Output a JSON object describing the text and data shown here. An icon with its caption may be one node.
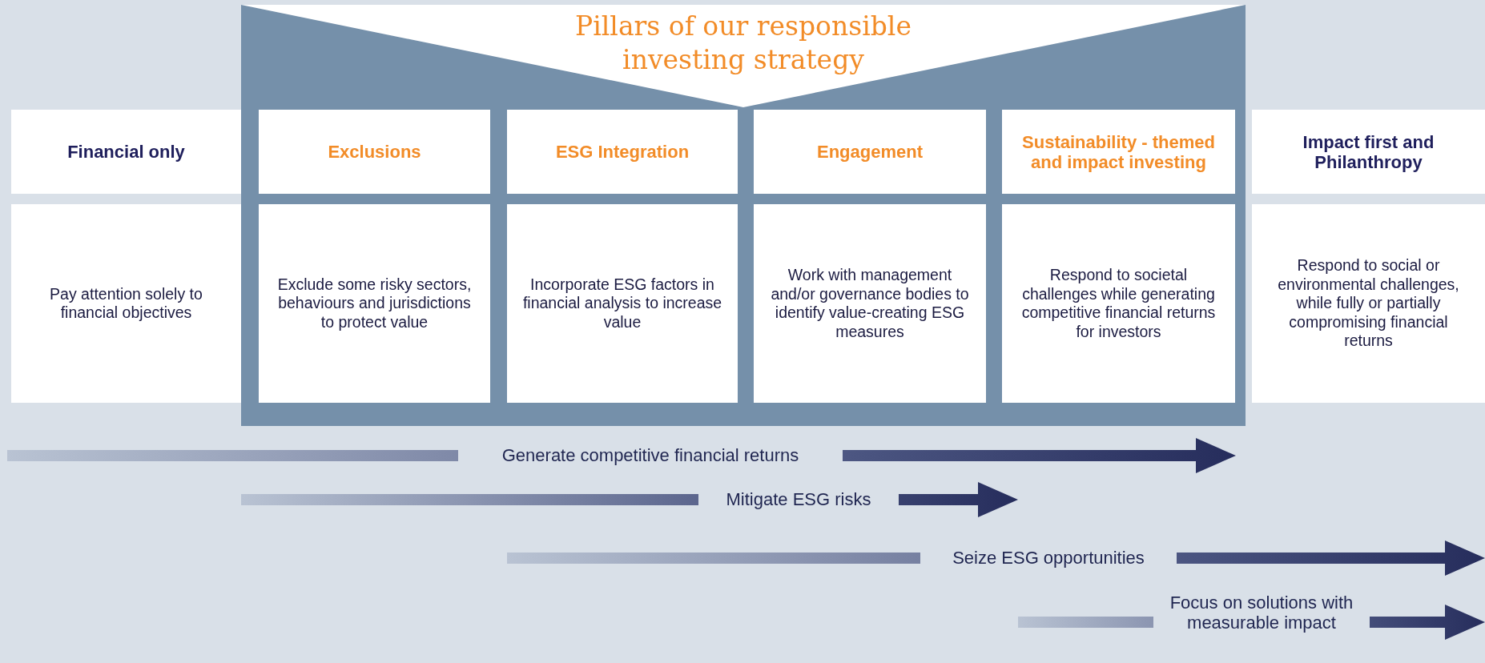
{
  "diagram": {
    "nodes": [
      {
        "text": [
          "Financial only"
        ]
      },
      {
        "text": [
          "Pay attention solely to financial objectives"
        ]
      },
      {
        "text": [
          "Pillars of our responsible investing strategy"
        ]
      },
      {
        "text": [
          "Exclusions"
        ],
        "in": 2
      },
      {
        "text": [
          "Exclude some risky sectors, behaviours and jurisdictions to protect value"
        ],
        "in": 2
      },
      {
        "text": [
          "ESG Integration"
        ],
        "in": 2
      },
      {
        "text": [
          "Incorporate ESG factors in financial analysis to increase value"
        ],
        "in": 2
      },
      {
        "text": [
          "Engagement"
        ],
        "in": 2
      },
      {
        "text": [
          "Work with management and/or governance bodies to identify value-creating ESG measures"
        ],
        "in": 2
      },
      {
        "text": [
          "Sustainability - themed and impact investing"
        ],
        "in": 2
      },
      {
        "text": [
          "Respond to societal challenges while generating competitive financial returns for investors"
        ],
        "in": 2
      },
      {
        "text": [
          "Impact first and Philanthropy"
        ]
      },
      {
        "text": [
          "Respond to social or environmental challenges, while fully or partially compromising financial returns"
        ]
      }
    ],
    "edges": [],
    "labels": [
      "Generate competitive financial returns",
      "Mitigate ESG risks",
      "Seize ESG opportunities",
      "Focus on solutions with measurable impact"
    ]
  }
}
